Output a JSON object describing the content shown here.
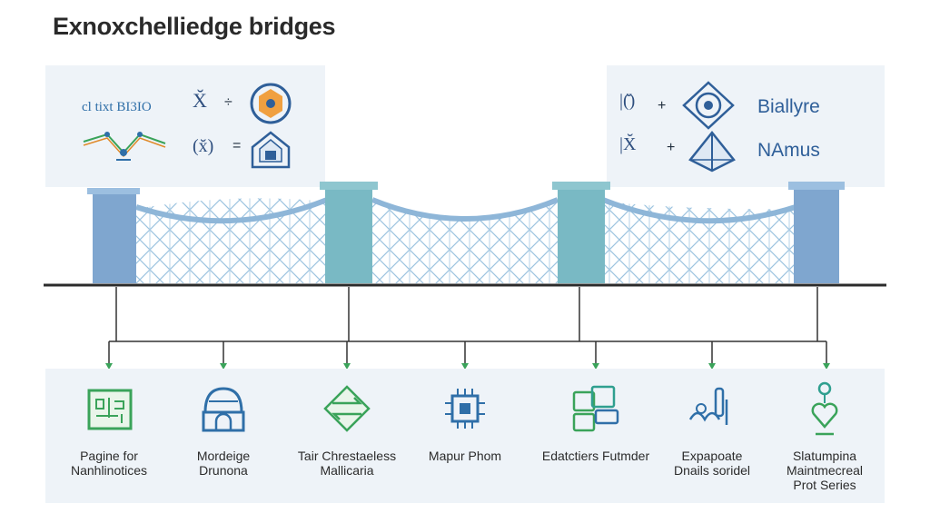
{
  "title": "Exnoxchelliedge bridges",
  "left_panel": {
    "logo_text": "cl tixt BI3IO",
    "row1": {
      "left": "X̆",
      "op": "÷"
    },
    "row2": {
      "left": "(x̆)",
      "op": "="
    }
  },
  "right_panel": {
    "row1": {
      "left": "|(̆)",
      "op": "+",
      "label": "Biallyre"
    },
    "row2": {
      "left": "|X̆",
      "op": "+",
      "label": "NAmus"
    }
  },
  "items": [
    {
      "icon": "circuit-board-icon",
      "line1": "Pagine for",
      "line2": "Nanhlinotices",
      "line3": ""
    },
    {
      "icon": "building-dome-icon",
      "line1": "Mordeige",
      "line2": "Drunona",
      "line3": ""
    },
    {
      "icon": "exchange-arrows-icon",
      "line1": "Tair Chrestaeless",
      "line2": "Mallicaria",
      "line3": ""
    },
    {
      "icon": "chip-icon",
      "line1": "Mapur Phom",
      "line2": "",
      "line3": ""
    },
    {
      "icon": "document-stack-icon",
      "line1": "Edatctiers Futmder",
      "line2": "",
      "line3": ""
    },
    {
      "icon": "lab-equipment-icon",
      "line1": "Expapoate",
      "line2": "Dnails soridel",
      "line3": ""
    },
    {
      "icon": "heart-link-icon",
      "line1": "Slatumpina",
      "line2": "Maintmecreal",
      "line3": "Prot Series"
    }
  ],
  "colors": {
    "tower": "#7fa6cf",
    "tower_teal": "#79b9c4",
    "deck": "#2b2b2b",
    "cable": "#8eb6d8",
    "icon_blue": "#2f6fa8",
    "icon_green": "#3aa35a"
  }
}
